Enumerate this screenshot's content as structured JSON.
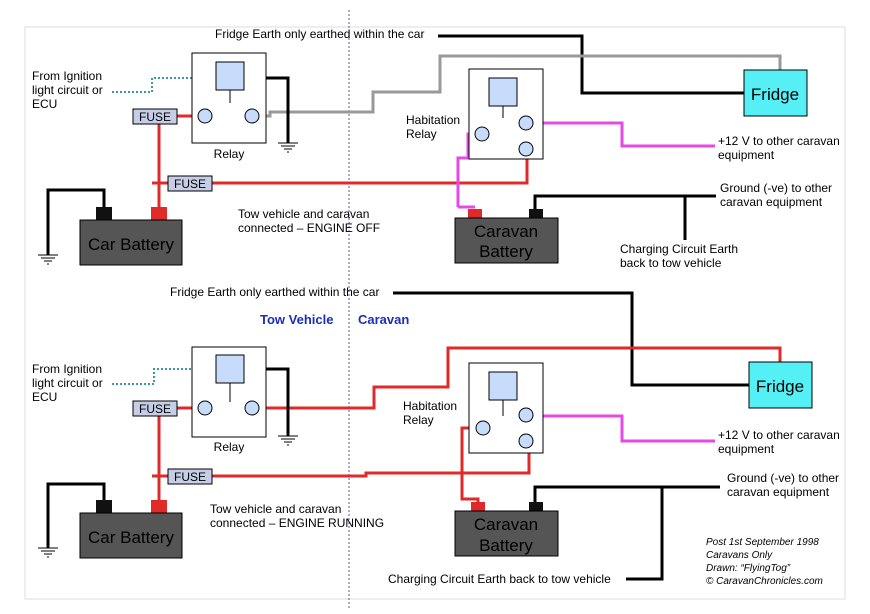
{
  "colors": {
    "live_red": "#e02a2a",
    "fridge_feed_grey": "#999999",
    "earth_black": "#000000",
    "equipment_magenta": "#e44ae4",
    "ignition_teal": "#3a9aa0",
    "relay_coil": "#c7dcfb",
    "fridge_cyan": "#55f0f5",
    "battery_body": "#555555",
    "fuse_fill": "#c6cde6",
    "divider_blue": "#5555aa",
    "section_label": "#1a2fb8"
  },
  "upper": {
    "ignition": [
      "From Ignition",
      "light circuit or",
      "ECU"
    ],
    "fuse_relay": "FUSE",
    "fuse_main": "FUSE",
    "relay": "Relay",
    "car_battery": "Car Battery",
    "fridge_earth": "Fridge Earth only earthed within the car",
    "habitation": [
      "Habitation",
      "Relay"
    ],
    "fridge": "Fridge",
    "plus12": [
      "+12 V to other caravan",
      "equipment"
    ],
    "ground": [
      "Ground (-ve) to other",
      "caravan equipment"
    ],
    "caption": [
      "Tow vehicle and caravan",
      "connected – ENGINE OFF"
    ],
    "caravan_battery": [
      "Caravan",
      "Battery"
    ],
    "charging": [
      "Charging Circuit Earth",
      "back to tow vehicle"
    ]
  },
  "lower": {
    "fridge_earth": "Fridge Earth only earthed within the car",
    "tow_vehicle": "Tow Vehicle",
    "caravan": "Caravan",
    "ignition": [
      "From Ignition",
      "light circuit or",
      "ECU"
    ],
    "fuse_relay": "FUSE",
    "fuse_main": "FUSE",
    "relay": "Relay",
    "car_battery": "Car Battery",
    "habitation": [
      "Habitation",
      "Relay"
    ],
    "fridge": "Fridge",
    "plus12": [
      "+12 V to other caravan",
      "equipment"
    ],
    "ground": [
      "Ground (-ve) to other",
      "caravan equipment"
    ],
    "caption": [
      "Tow vehicle and caravan",
      "connected – ENGINE RUNNING"
    ],
    "caravan_battery": [
      "Caravan",
      "Battery"
    ],
    "charging": "Charging Circuit Earth back to tow vehicle"
  },
  "credits": {
    "post": "Post 1st September 1998",
    "caravans": "Caravans  Only",
    "drawn": "Drawn:  “FlyingTog”",
    "site": "©  CaravanChronicles.com"
  }
}
